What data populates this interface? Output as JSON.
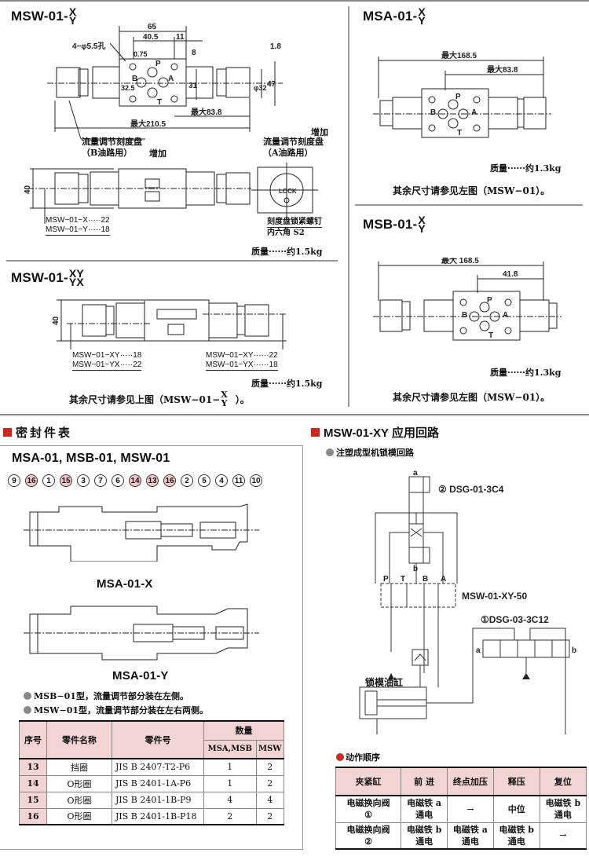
{
  "msw01": {
    "title_prefix": "MSW-01-",
    "title_top": "X",
    "title_bottom": "Y",
    "dims": {
      "d65": "65",
      "d40_5": "40.5",
      "d11": "11",
      "d8": "8",
      "d1_8": "1.8",
      "d0_75": "0.75",
      "d32_5": "32.5",
      "d31": "31",
      "phi32": "φ32",
      "d47": "47",
      "max83_8": "最大83.8",
      "max210_5": "最大210.5",
      "holes": "4−φ5.5孔",
      "d40": "40"
    },
    "ports": {
      "p": "P",
      "a": "A",
      "b": "B",
      "t": "T"
    },
    "dial_b_label": "流量调节刻度盘",
    "dial_b_sub": "（B油路用）",
    "dial_a_label": "流量调节刻度盘",
    "dial_a_sub": "（A油路用）",
    "increase_1": "增加",
    "increase_2": "增加",
    "lock_text": "LOCK",
    "lock_screw": "刻度盘锁紧螺钉",
    "hex": "内六角 S2",
    "variant_x": "MSW−01−X·····22",
    "variant_y": "MSW−01−Y·····18",
    "mass": "质量······约1.5kg"
  },
  "msw01xy": {
    "title_prefix": "MSW-01-",
    "title_top": "XY",
    "title_bottom": "YX",
    "d40": "40",
    "left_xy": "MSW−01−XY·····18",
    "left_yx": "MSW−01−YX·····22",
    "right_xy": "MSW−01−XY······22",
    "right_yx": "MSW−01−YX······18",
    "mass": "质量······约1.5kg",
    "note_prefix": "其余尺寸请参见上图（MSW−01−",
    "note_top": "X",
    "note_bottom": "Y",
    "note_suffix": "）。"
  },
  "msa01": {
    "title_prefix": "MSA-01-",
    "title_top": "X",
    "title_bottom": "Y",
    "max168_5": "最大168.5",
    "max83_8": "最大83.8",
    "ports": {
      "p": "P",
      "a": "A",
      "b": "B",
      "t": "T"
    },
    "mass": "质量······约1.3kg",
    "note": "其余尺寸请参见左图（MSW−01）。"
  },
  "msb01": {
    "title_prefix": "MSB-01-",
    "title_top": "X",
    "title_bottom": "Y",
    "max168_5": "最大 168.5",
    "d41_8": "41.8",
    "ports": {
      "p": "P",
      "a": "A",
      "b": "B",
      "t": "T"
    },
    "mass": "质量······约1.3kg",
    "note": "其余尺寸请参见左图（MSW−01）。"
  },
  "seals": {
    "section_title": "密封件表",
    "subtitle": "MSA-01, MSB-01, MSW-01",
    "callouts": [
      {
        "n": "9",
        "highlight": false
      },
      {
        "n": "16",
        "highlight": true
      },
      {
        "n": "1",
        "highlight": false
      },
      {
        "n": "15",
        "highlight": true
      },
      {
        "n": "3",
        "highlight": false
      },
      {
        "n": "7",
        "highlight": false
      },
      {
        "n": "6",
        "highlight": false
      },
      {
        "n": "14",
        "highlight": true
      },
      {
        "n": "13",
        "highlight": true
      },
      {
        "n": "16",
        "highlight": true
      },
      {
        "n": "2",
        "highlight": false
      },
      {
        "n": "5",
        "highlight": false
      },
      {
        "n": "4",
        "highlight": false
      },
      {
        "n": "11",
        "highlight": false
      },
      {
        "n": "10",
        "highlight": false
      }
    ],
    "label_x": "MSA-01-X",
    "label_y": "MSA-01-Y",
    "note_msb": "MSB−01型，流量调节部分装在左侧。",
    "note_msw": "MSW−01型，流量调节部分装在左右两侧。",
    "table": {
      "headers": {
        "no": "序号",
        "name": "零件名称",
        "part": "零件号",
        "qty": "数量",
        "qty_ab": "MSA,MSB",
        "qty_w": "MSW"
      },
      "rows": [
        {
          "no": "13",
          "name": "挡圈",
          "part": "JIS B 2407-T2-P6",
          "ab": "1",
          "w": "2"
        },
        {
          "no": "14",
          "name": "O形圈",
          "part": "JIS B 2401-1A-P6",
          "ab": "1",
          "w": "2"
        },
        {
          "no": "15",
          "name": "O形圈",
          "part": "JIS B 2401-1B-P9",
          "ab": "4",
          "w": "4"
        },
        {
          "no": "16",
          "name": "O形圈",
          "part": "JIS B 2401-1B-P18",
          "ab": "2",
          "w": "2"
        }
      ]
    }
  },
  "circuit": {
    "section_title": "MSW-01-XY 应用回路",
    "subtitle": "注塑成型机锁模回路",
    "valve2": "② DSG-01-3C4",
    "valve1": "①DSG-03-3C12",
    "flow_valve": "MSW-01-XY-50",
    "cylinder": "锁模油缸",
    "sol_a": "a",
    "sol_b": "b",
    "ports": {
      "p": "P",
      "t": "T",
      "b": "B",
      "a": "A"
    },
    "sequence_title": "动作顺序",
    "sequence": {
      "headers": [
        "夹紧缸",
        "前 进",
        "终点加压",
        "释压",
        "复位"
      ],
      "row1": {
        "label1": "电磁换向阀",
        "label2": "①",
        "fwd1": "电磁铁 a",
        "fwd2": "通电",
        "release": "中位",
        "reset1": "电磁铁 b",
        "reset2": "通电"
      },
      "row2": {
        "label1": "电磁换向阀",
        "label2": "②",
        "fwd1": "电磁铁 b",
        "fwd2": "通电",
        "press1": "电磁铁 a",
        "press2": "通电",
        "release1": "电磁铁 b",
        "release2": "通电"
      }
    }
  },
  "colors": {
    "accent_red": "#c8281e",
    "table_pink": "#f2d4d4",
    "divider": "#999999"
  }
}
